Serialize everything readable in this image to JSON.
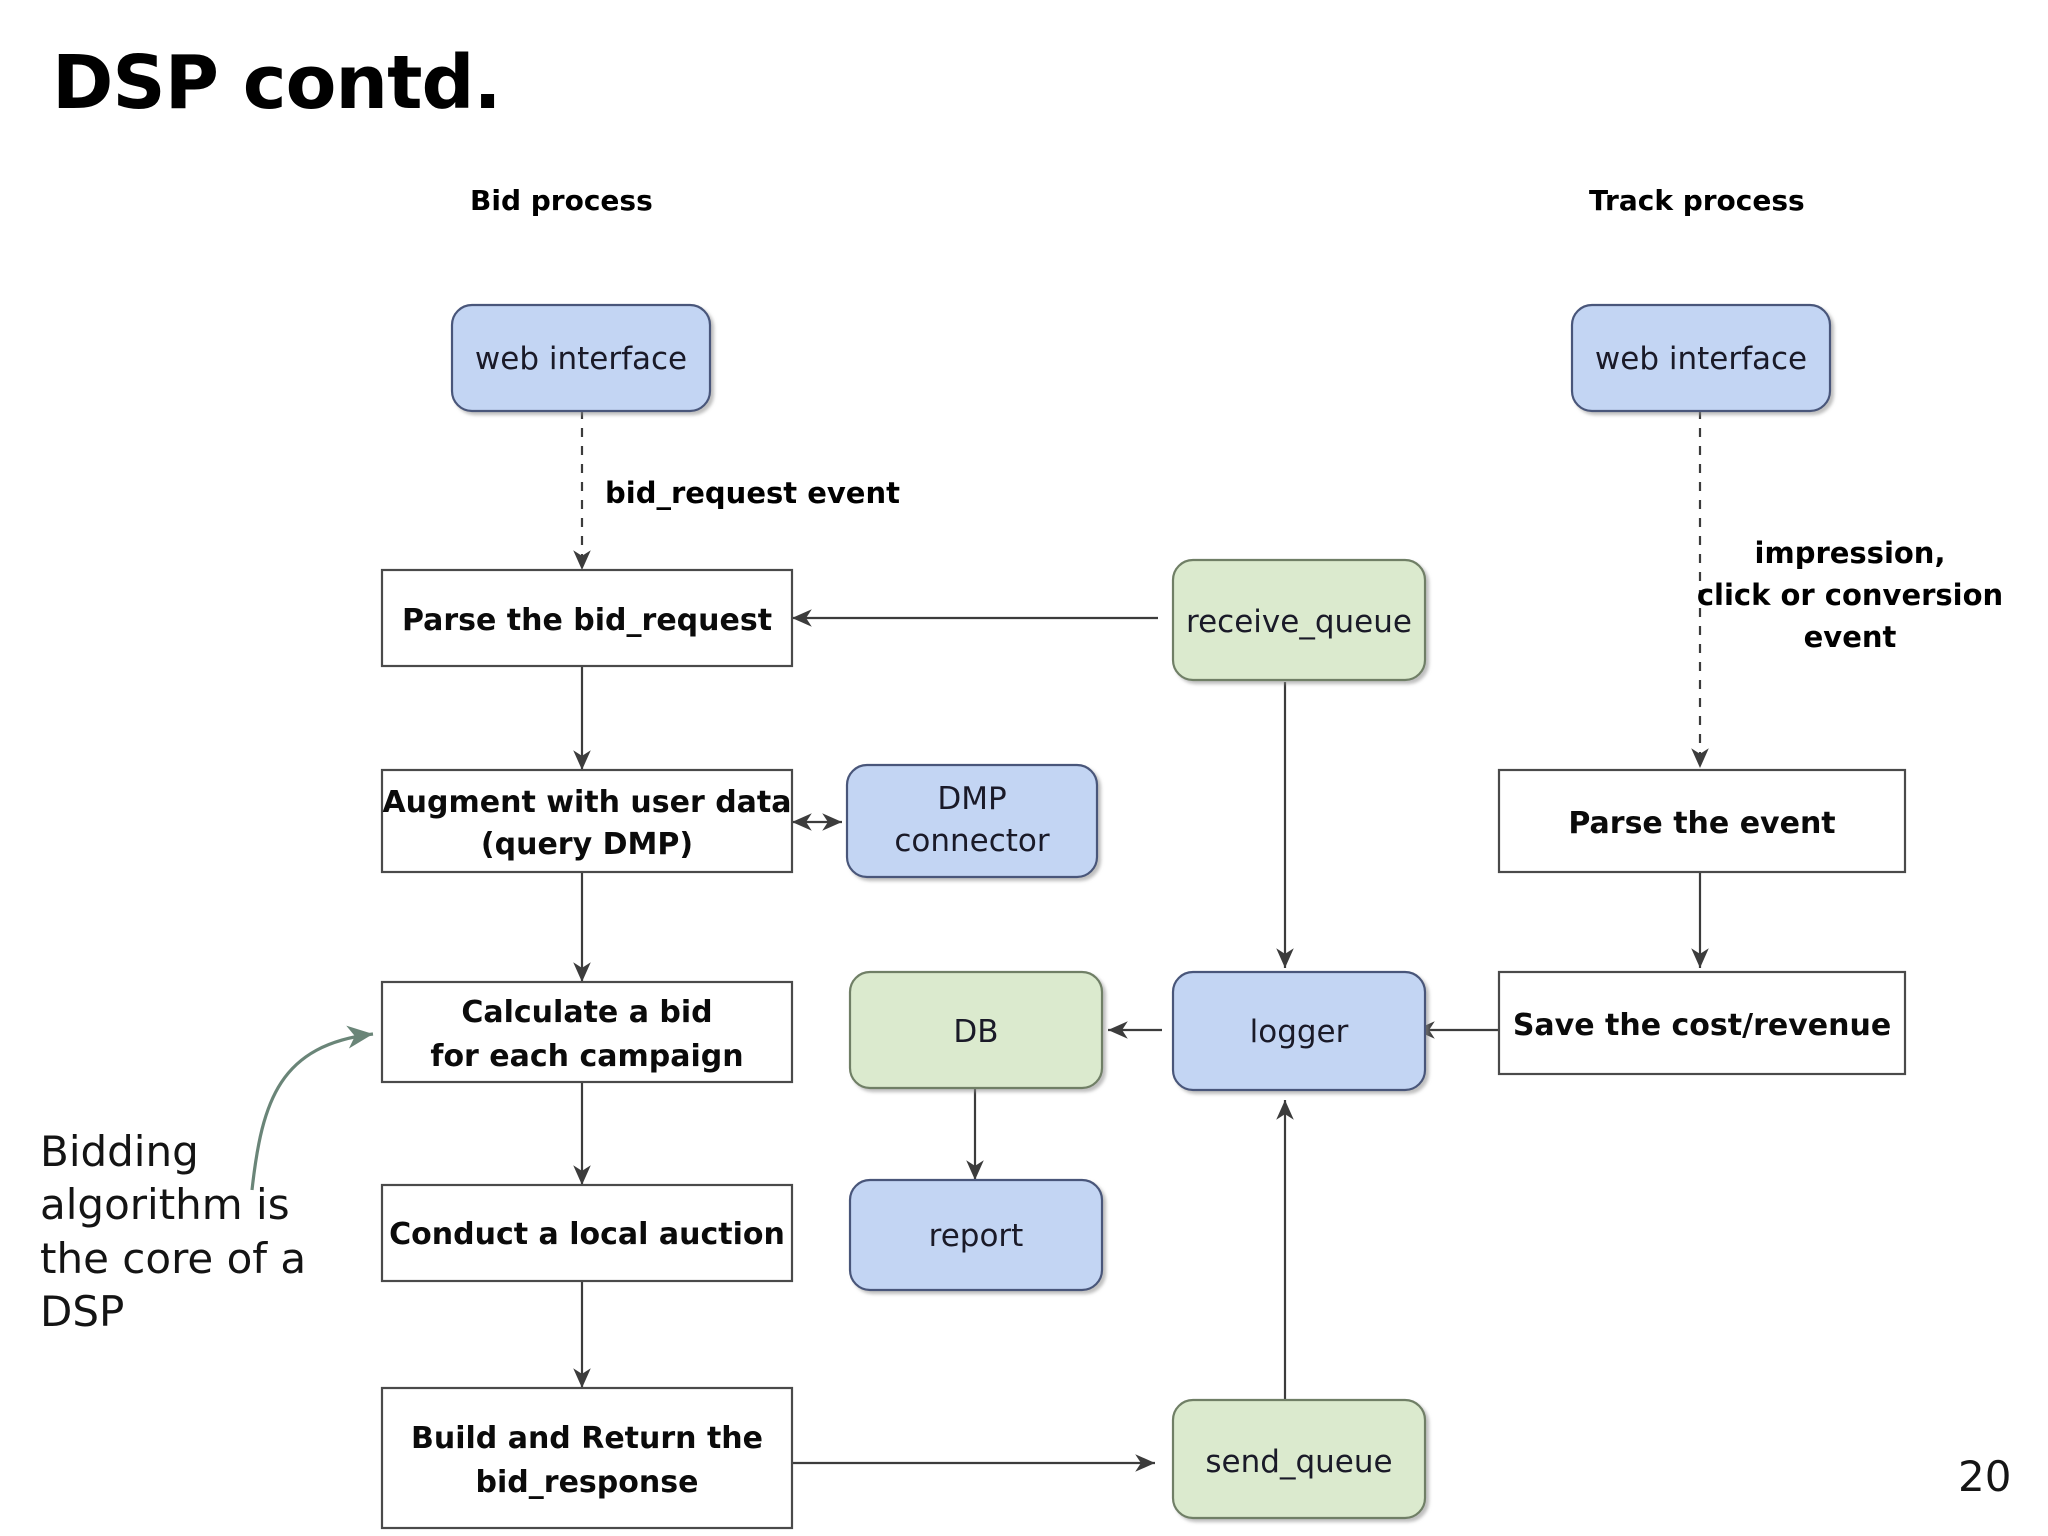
{
  "slide": {
    "title": "DSP contd.",
    "page_number": "20",
    "annotation": "Bidding\nalgorithm is\nthe core of a\nDSP"
  },
  "colors": {
    "blue_fill": "#c3d5f3",
    "blue_stroke": "#49577a",
    "green_fill": "#dbeace",
    "green_stroke": "#6f7f66",
    "plain_fill": "#ffffff",
    "plain_stroke": "#4a4a4a",
    "connector": "#3c3c3c",
    "callout_arrow": "#6a8578"
  },
  "headers": {
    "bid_process": "Bid process",
    "track_process": "Track process"
  },
  "edge_labels": {
    "bid_request_event": "bid_request event",
    "impression_event_line1": "impression,",
    "impression_event_line2": "click or conversion",
    "impression_event_line3": "event"
  },
  "nodes": {
    "bid_web_interface": "web interface",
    "parse_bid_request": "Parse the bid_request",
    "augment_line1": "Augment with user data",
    "augment_line2": "(query DMP)",
    "dmp_connector_line1": "DMP",
    "dmp_connector_line2": "connector",
    "calculate_bid_line1": "Calculate a bid",
    "calculate_bid_line2": "for each campaign",
    "conduct_auction": "Conduct a local auction",
    "build_response_line1": "Build and Return the",
    "build_response_line2": "bid_response",
    "db": "DB",
    "report": "report",
    "receive_queue": "receive_queue",
    "logger": "logger",
    "send_queue": "send_queue",
    "track_web_interface": "web interface",
    "parse_event": "Parse the event",
    "save_cost_revenue": "Save the cost/revenue"
  },
  "diagram_meta": {
    "type": "flowchart",
    "lanes": [
      "Bid process",
      "Track process"
    ],
    "edges": [
      {
        "from": "bid_web_interface",
        "to": "parse_bid_request",
        "style": "dashed",
        "label": "bid_request event"
      },
      {
        "from": "parse_bid_request",
        "to": "augment_with_user_data",
        "style": "solid",
        "label": ""
      },
      {
        "from": "augment_with_user_data",
        "to": "dmp_connector",
        "style": "solid-bidirectional",
        "label": ""
      },
      {
        "from": "augment_with_user_data",
        "to": "calculate_bid",
        "style": "solid",
        "label": ""
      },
      {
        "from": "calculate_bid",
        "to": "conduct_auction",
        "style": "solid",
        "label": ""
      },
      {
        "from": "conduct_auction",
        "to": "build_response",
        "style": "solid",
        "label": ""
      },
      {
        "from": "build_response",
        "to": "send_queue",
        "style": "solid",
        "label": ""
      },
      {
        "from": "send_queue",
        "to": "logger",
        "style": "solid",
        "label": ""
      },
      {
        "from": "receive_queue",
        "to": "parse_bid_request",
        "style": "solid",
        "label": ""
      },
      {
        "from": "receive_queue",
        "to": "logger",
        "style": "solid",
        "label": ""
      },
      {
        "from": "logger",
        "to": "db",
        "style": "solid",
        "label": ""
      },
      {
        "from": "db",
        "to": "report",
        "style": "solid",
        "label": ""
      },
      {
        "from": "track_web_interface",
        "to": "parse_event",
        "style": "dashed",
        "label": "impression, click or conversion event"
      },
      {
        "from": "parse_event",
        "to": "save_cost_revenue",
        "style": "solid",
        "label": ""
      },
      {
        "from": "save_cost_revenue",
        "to": "logger",
        "style": "solid",
        "label": ""
      },
      {
        "from": "annotation",
        "to": "calculate_bid",
        "style": "curve",
        "label": "Bidding algorithm is the core of a DSP"
      }
    ]
  }
}
